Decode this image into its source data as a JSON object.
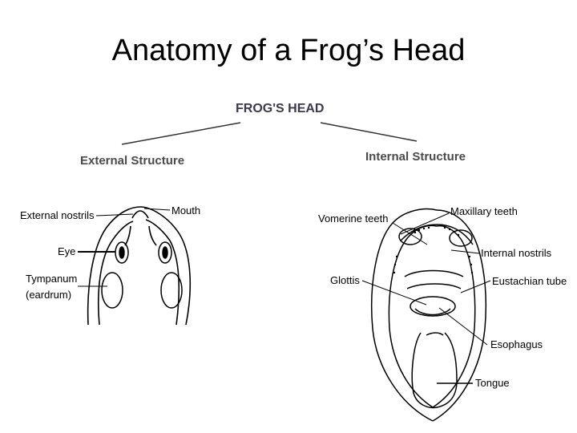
{
  "slide": {
    "title": "Anatomy of a Frog’s Head"
  },
  "diagram": {
    "main_heading": "FROG'S HEAD",
    "external": {
      "heading": "External Structure",
      "labels": {
        "mouth": "Mouth",
        "external_nostrils": "External nostrils",
        "eye": "Eye",
        "tympanum_1": "Tympanum",
        "tympanum_2": "(eardrum)"
      }
    },
    "internal": {
      "heading": "Internal Structure",
      "labels": {
        "vomerine_teeth": "Vomerine teeth",
        "maxillary_teeth": "Maxillary teeth",
        "internal_nostrils": "Internal nostrils",
        "glottis": "Glottis",
        "eustachian_tube": "Eustachian tube",
        "esophagus": "Esophagus",
        "tongue": "Tongue"
      }
    },
    "colors": {
      "heading": "#4a4a4a",
      "line": "#000000"
    }
  }
}
